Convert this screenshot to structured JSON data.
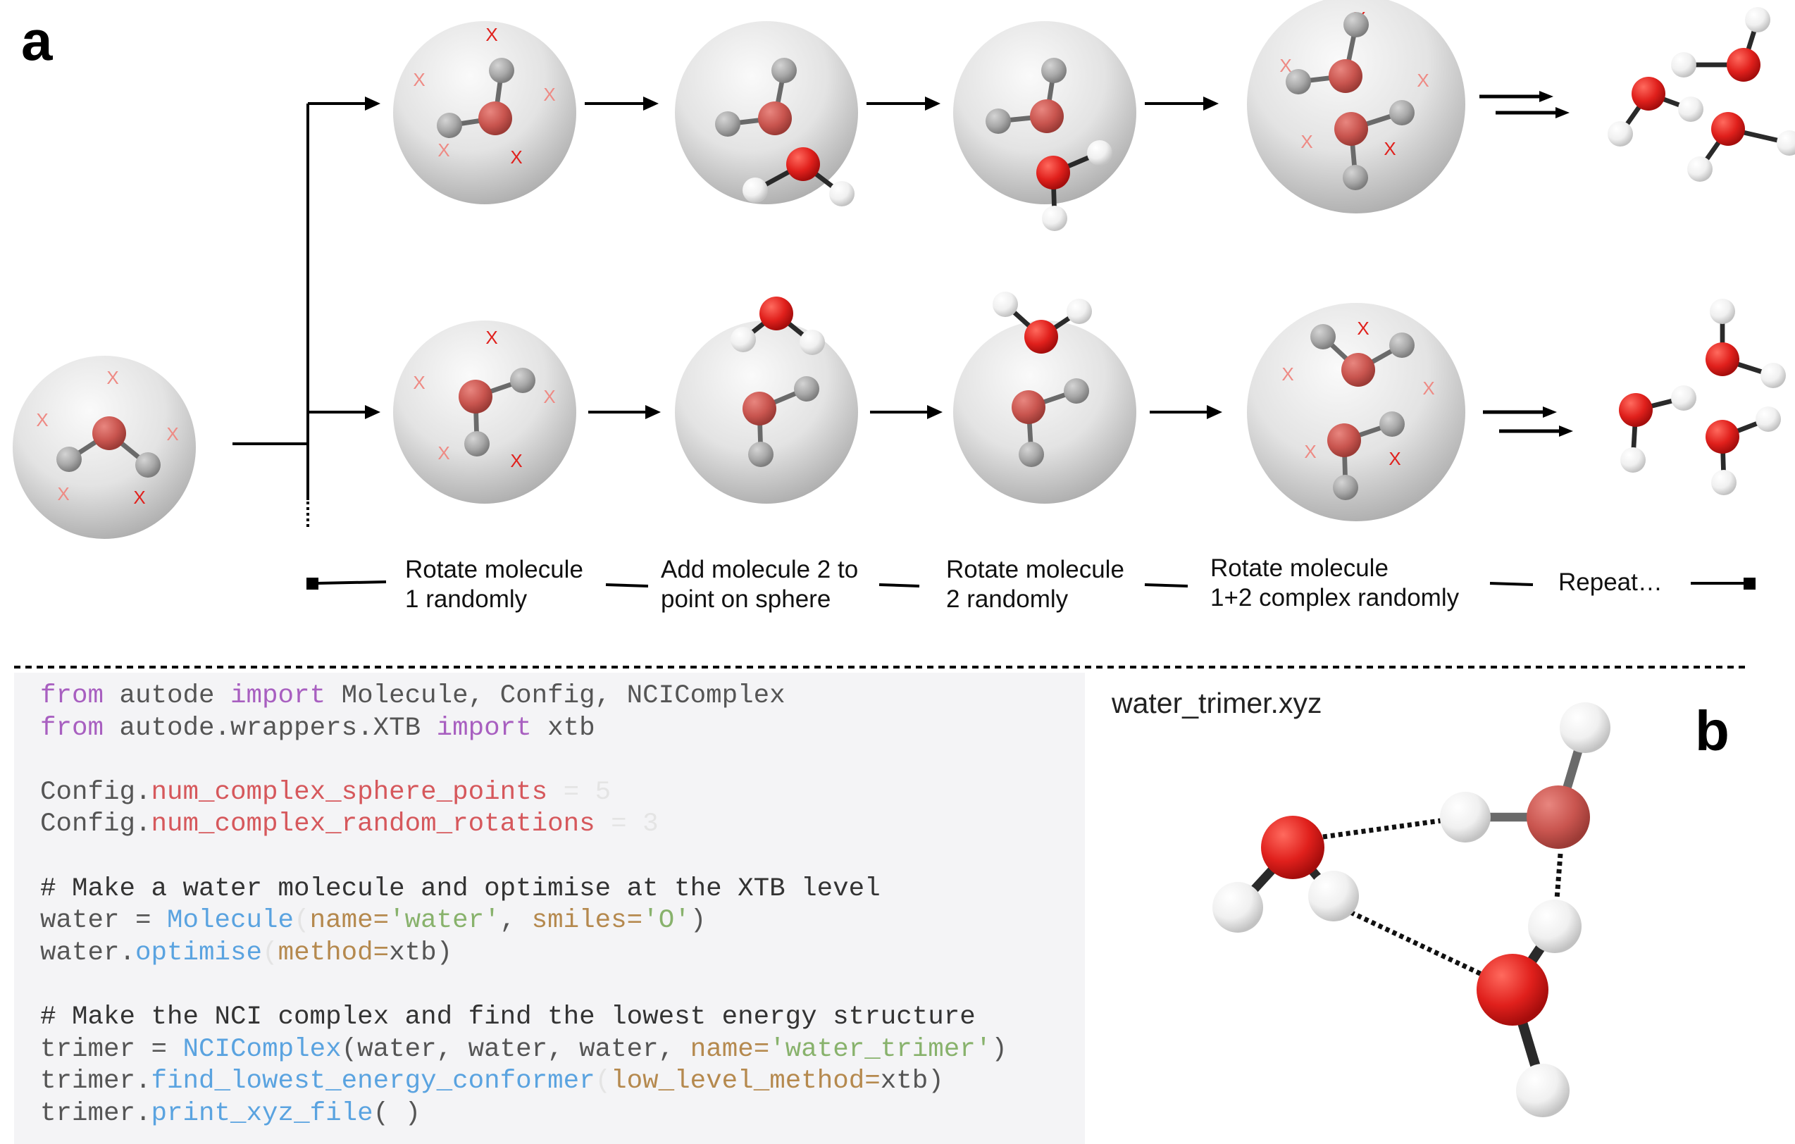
{
  "panels": {
    "a": "a",
    "b": "b"
  },
  "steps": [
    "Rotate molecule\n1 randomly",
    "Add molecule 2 to\npoint on sphere",
    "Rotate molecule\n2 randomly",
    "Rotate molecule\n1+2 complex randomly",
    "Repeat…"
  ],
  "marker_symbol": "X",
  "code_lines": {
    "l1": {
      "kw1": "from",
      "t1": " autode ",
      "kw2": "import",
      "t2": " Molecule, Config, NCIComplex"
    },
    "l2": {
      "kw1": "from",
      "t1": " autode.wrappers.XTB ",
      "kw2": "import",
      "t2": " xtb"
    },
    "l3": {
      "obj": "Config.",
      "attr": "num_complex_sphere_points",
      "rest": " = 5"
    },
    "l4": {
      "obj": "Config.",
      "attr": "num_complex_random_rotations",
      "rest": " = 3"
    },
    "l5": {
      "comment": "# Make a water molecule and optimise at the XTB level"
    },
    "l6": {
      "a": "water = ",
      "fn": "Molecule",
      "p1": "(",
      "k1": "name=",
      "s1": "'water'",
      "c": ", ",
      "k2": "smiles=",
      "s2": "'O'",
      "p2": ")"
    },
    "l7": {
      "a": "water.",
      "fn": "optimise",
      "p1": "(",
      "k1": "method=",
      "v": "xtb",
      "p2": ")"
    },
    "l8": {
      "comment": "# Make the NCI complex and find the lowest energy structure"
    },
    "l9": {
      "a": "trimer = ",
      "fn": "NCIComplex",
      "b": "(water, water, water, ",
      "k1": "name=",
      "s1": "'water_trimer'",
      "p2": ")"
    },
    "l10": {
      "a": "trimer.",
      "fn": "find_lowest_energy_conformer",
      "p1": "(",
      "k1": "low_level_method=",
      "v": "xtb",
      "p2": ")"
    },
    "l11": {
      "a": "trimer.",
      "fn": "print_xyz_file",
      "b": "( )"
    }
  },
  "file_name": "water_trimer.xyz",
  "colors": {
    "oxygen": "#e0201c",
    "oxygen_faded": "#c9554f",
    "hydrogen": "#f2f2f2",
    "sphere": "#dedede",
    "keyword": "#a85fc0",
    "attribute": "#d6585c",
    "function": "#5aa3e0",
    "parameter": "#b5894e",
    "string": "#88b26c",
    "code_background": "#f4f4f6"
  }
}
